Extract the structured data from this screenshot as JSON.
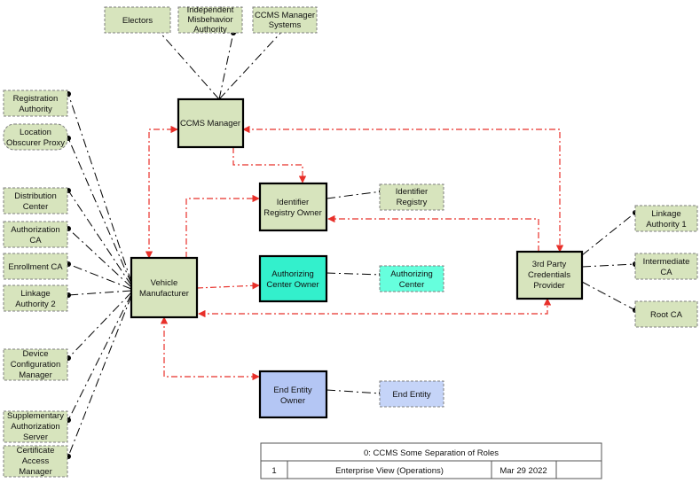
{
  "nodes": {
    "electors": "Electors",
    "ima_1": "Independent",
    "ima_2": "Misbehavior",
    "ima_3": "Authority",
    "ccms_sys_1": "CCMS Manager",
    "ccms_sys_2": "Systems",
    "ra_1": "Registration",
    "ra_2": "Authority",
    "lop_1": "Location",
    "lop_2": "Obscurer Proxy",
    "dc_1": "Distribution",
    "dc_2": "Center",
    "aca_1": "Authorization",
    "aca_2": "CA",
    "eca": "Enrollment CA",
    "la2_1": "Linkage",
    "la2_2": "Authority 2",
    "dcm_1": "Device",
    "dcm_2": "Configuration",
    "dcm_3": "Manager",
    "sas_1": "Supplementary",
    "sas_2": "Authorization",
    "sas_3": "Server",
    "cam_1": "Certificate",
    "cam_2": "Access",
    "cam_3": "Manager",
    "ccms_manager": "CCMS Manager",
    "iro_1": "Identifier",
    "iro_2": "Registry Owner",
    "ir_1": "Identifier",
    "ir_2": "Registry",
    "vm_1": "Vehicle",
    "vm_2": "Manufacturer",
    "aco_1": "Authorizing",
    "aco_2": "Center Owner",
    "ac_1": "Authorizing",
    "ac_2": "Center",
    "eeo_1": "End Entity",
    "eeo_2": "Owner",
    "ee": "End Entity",
    "tpcp_1": "3rd Party",
    "tpcp_2": "Credentials",
    "tpcp_3": "Provider",
    "la1_1": "Linkage",
    "la1_2": "Authority 1",
    "ica_1": "Intermediate",
    "ica_2": "CA",
    "rootca": "Root CA"
  },
  "title_block": {
    "title": "0: CCMS Some Separation of Roles",
    "number": "1",
    "view": "Enterprise View (Operations)",
    "date": "Mar 29 2022"
  },
  "colors": {
    "ext_box": "#d7e4bd",
    "cyan": "#33f0cc",
    "blue": "#b4c6f4",
    "red_flow": "#e8302a"
  }
}
